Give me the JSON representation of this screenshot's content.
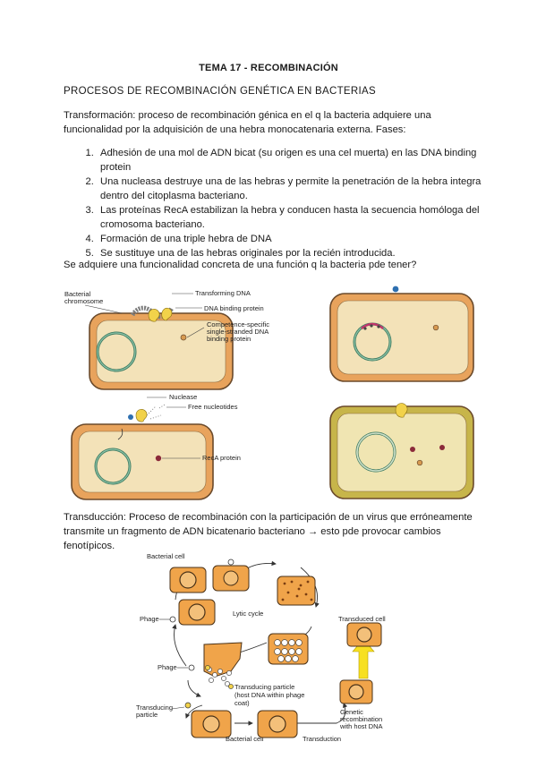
{
  "doc": {
    "title": "TEMA 17 - RECOMBINACIÓN",
    "heading": "PROCESOS DE RECOMBINACIÓN GENÉTICA EN BACTERIAS",
    "transformation_intro": "Transformación: proceso de recombinación génica en el q la bacteria adquiere una funcionalidad por la adquisición de una hebra monocatenaria externa. Fases:",
    "steps": [
      "Adhesión de una mol de ADN bicat (su origen es una cel muerta) en las DNA binding protein",
      "Una nucleasa destruye una de las hebras y permite la penetración de la hebra integra dentro del citoplasma bacteriano.",
      "Las proteínas RecA estabilizan la hebra y conducen hasta la secuencia homóloga del cromosoma bacteriano.",
      "Formación de una triple hebra de DNA",
      "Se sustituye una de las hebras originales por la recién introducida."
    ],
    "question": "Se adquiere una funcionalidad concreta de una función q la bacteria pde tener?",
    "transduction_intro": "Transducción: Proceso de recombinación con la participación de un virus que erróneamente transmite un fragmento de ADN bicatenario bacteriano → esto pde provocar cambios fenotípicos."
  },
  "figure_transformation": {
    "labels": {
      "bacterial_chromosome_1": "Bacterial",
      "bacterial_chromosome_2": "chromosome",
      "transforming_dna": "Transforming DNA",
      "dna_binding_protein": "DNA binding protein",
      "competence_1": "Competence-specific",
      "competence_2": "single-stranded DNA",
      "competence_3": "binding protein",
      "nuclease": "Nuclease",
      "free_nucleotides": "Free nucleotides",
      "reca_protein": "RecA protein"
    }
  },
  "figure_transduction": {
    "labels": {
      "bacterial_cell_top": "Bacterial cell",
      "phage_1": "Phage",
      "lytic_cycle": "Lytic cycle",
      "phage_2": "Phage",
      "transducing_particle_1": "Transducing particle",
      "host_dna_1": "(host DNA within phage",
      "host_dna_2": "coat)",
      "transducing_left_1": "Transducing",
      "transducing_left_2": "particle",
      "bacterial_cell_bottom": "Bacterial cell",
      "transduction": "Transduction",
      "genetic_1": "Genetic",
      "genetic_2": "recombination",
      "genetic_3": "with host DNA",
      "transduced_cell": "Transduced cell"
    }
  },
  "colors": {
    "cell_orange": "#e8a35c",
    "cell_border": "#6b4a2b",
    "cytoplasm_light": "#f3e2b8",
    "chromosome_green": "#6fa88b",
    "protein_yellow": "#f2d24a",
    "reca_red": "#8b2a3a",
    "phage_orange": "#f0a44a"
  }
}
